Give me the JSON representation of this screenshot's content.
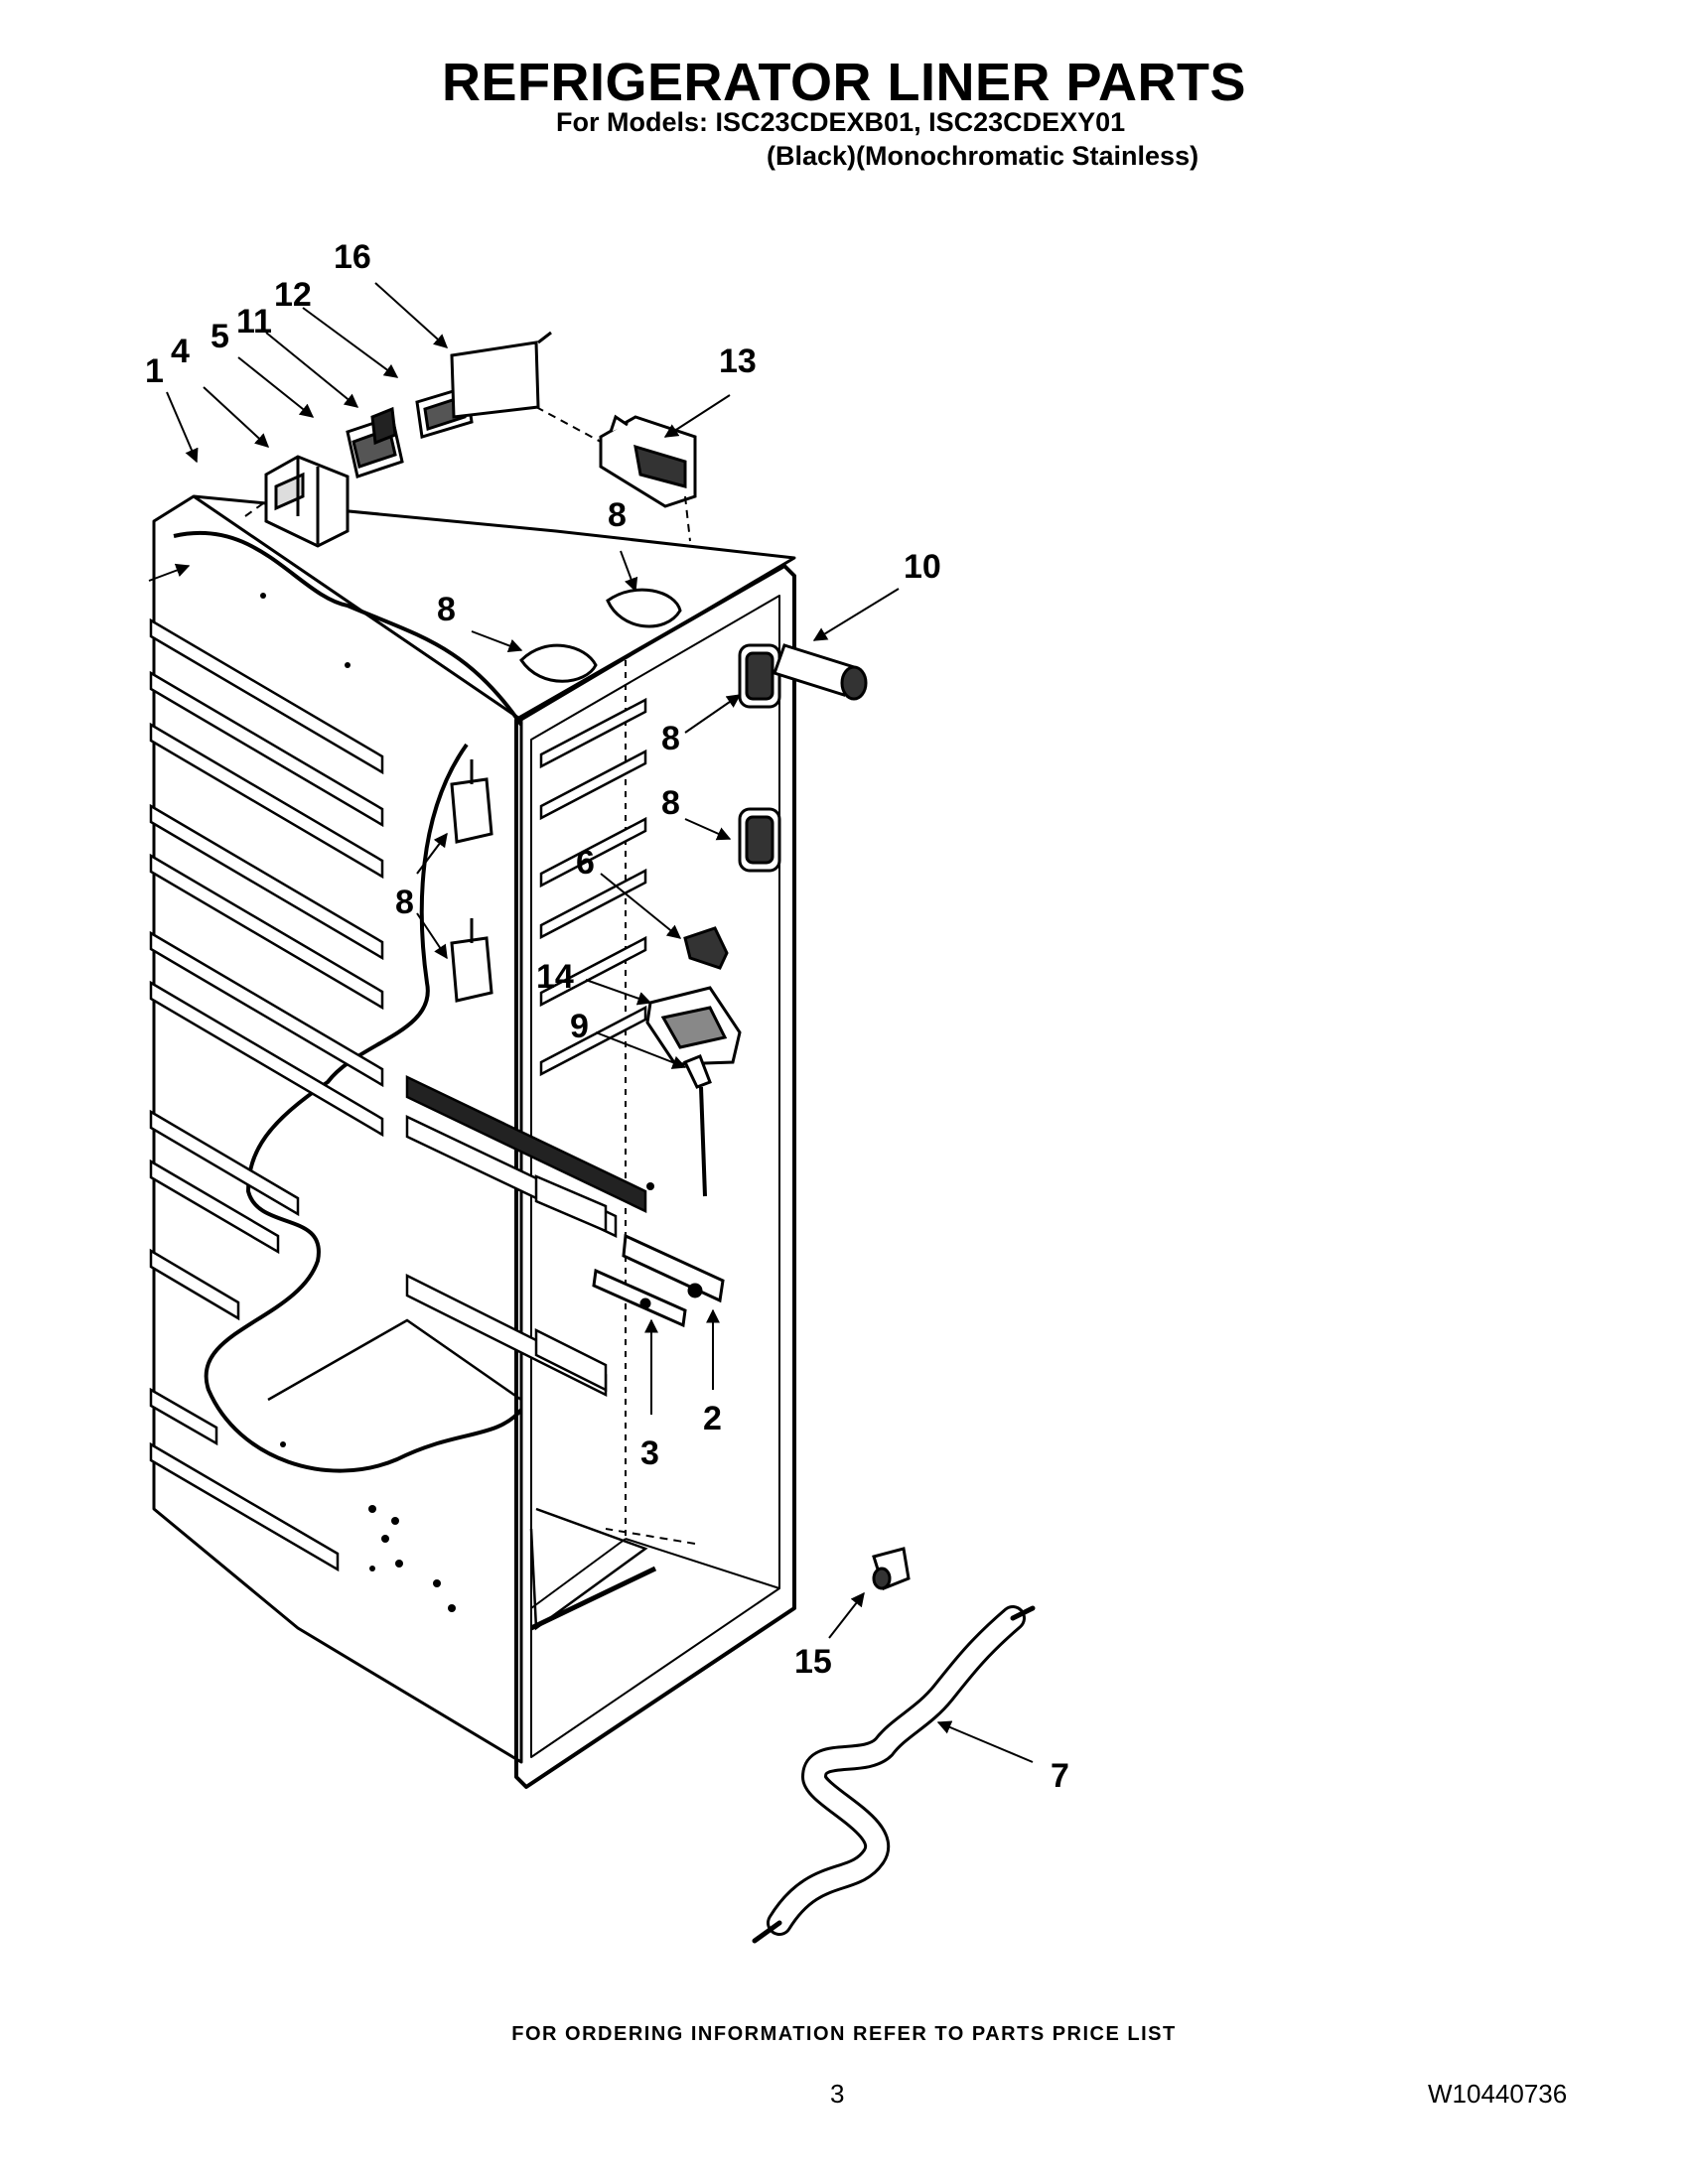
{
  "header": {
    "title": "REFRIGERATOR LINER PARTS",
    "models_line": "For Models: ISC23CDEXB01, ISC23CDEXY01",
    "colors_line": "(Black)(Monochromatic Stainless)"
  },
  "callouts": [
    "1",
    "2",
    "3",
    "4",
    "5",
    "6",
    "7",
    "8",
    "9",
    "10",
    "11",
    "12",
    "13",
    "14",
    "15",
    "16"
  ],
  "footer": {
    "ordering_note": "FOR ORDERING INFORMATION REFER TO PARTS PRICE LIST",
    "page_number": "3",
    "document_number": "W10440736"
  }
}
